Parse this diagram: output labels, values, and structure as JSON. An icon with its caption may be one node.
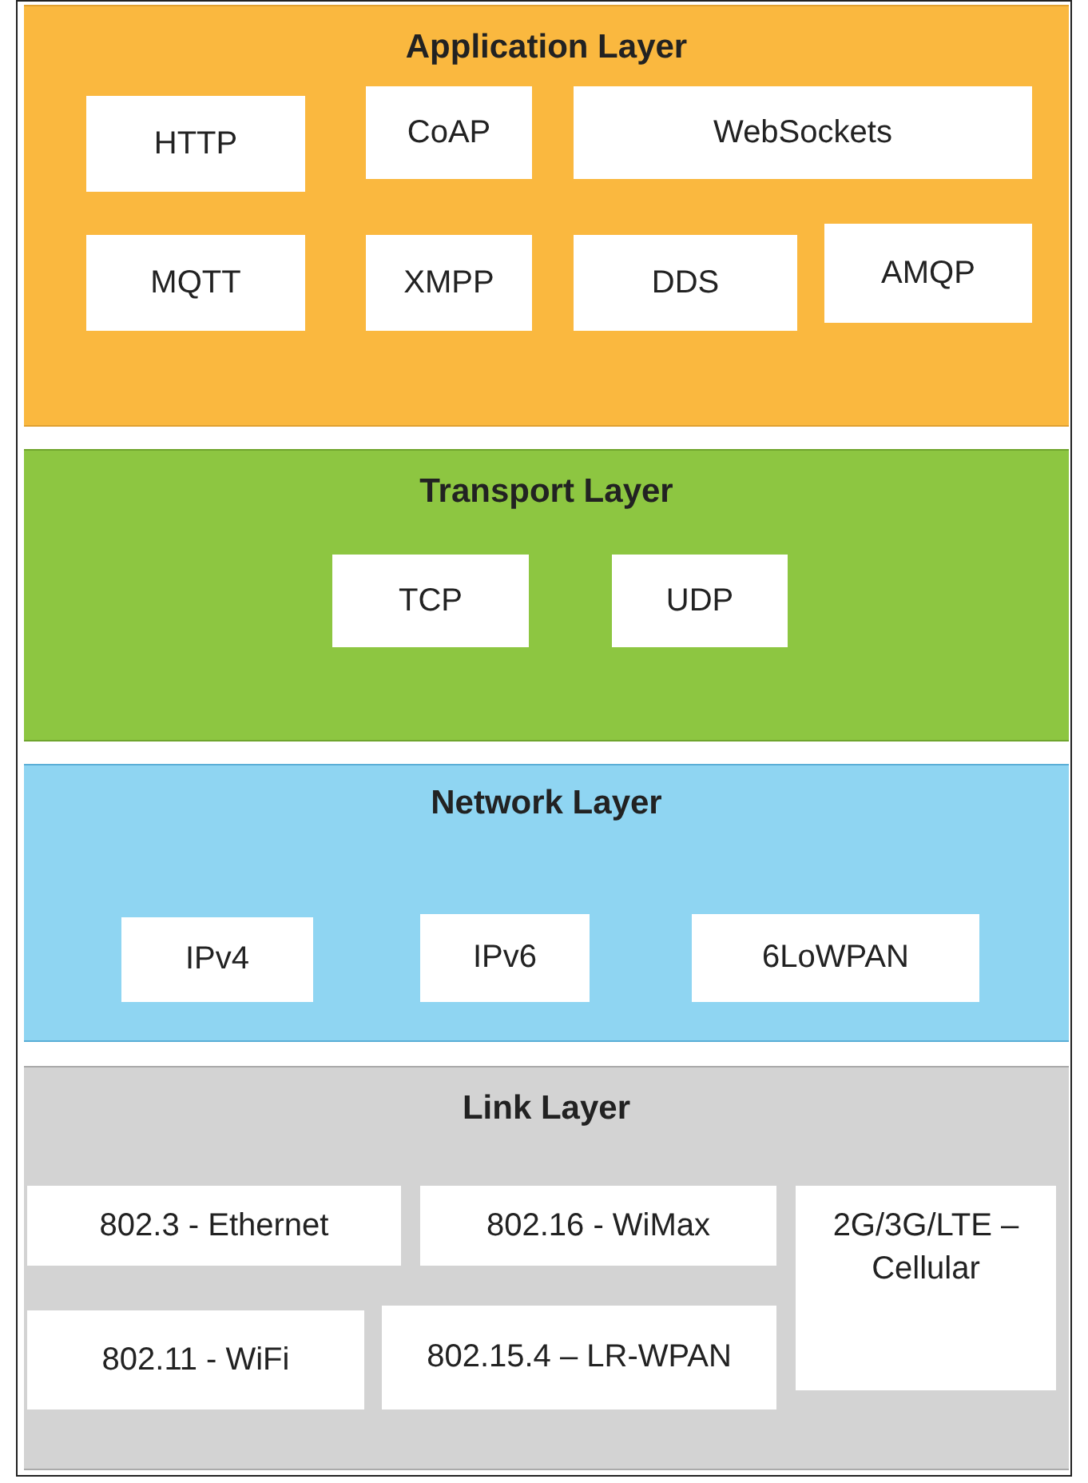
{
  "diagram": {
    "nodes": [
      {
        "text": [
          "Application Layer"
        ]
      },
      {
        "text": [
          "HTTP"
        ],
        "in": 0
      },
      {
        "text": [
          "CoAP"
        ],
        "in": 0
      },
      {
        "text": [
          "WebSockets"
        ],
        "in": 0
      },
      {
        "text": [
          "MQTT"
        ],
        "in": 0
      },
      {
        "text": [
          "XMPP"
        ],
        "in": 0
      },
      {
        "text": [
          "DDS"
        ],
        "in": 0
      },
      {
        "text": [
          "AMQP"
        ],
        "in": 0
      },
      {
        "text": [
          "Transport Layer"
        ]
      },
      {
        "text": [
          "TCP"
        ],
        "in": 8
      },
      {
        "text": [
          "UDP"
        ],
        "in": 8
      },
      {
        "text": [
          "Network Layer"
        ]
      },
      {
        "text": [
          "IPv4"
        ],
        "in": 11
      },
      {
        "text": [
          "IPv6"
        ],
        "in": 11
      },
      {
        "text": [
          "6LoWPAN"
        ],
        "in": 11
      },
      {
        "text": [
          "Link Layer"
        ]
      },
      {
        "text": [
          "802.3 - Ethernet"
        ],
        "in": 15
      },
      {
        "text": [
          "802.16 - WiMax"
        ],
        "in": 15
      },
      {
        "text": [
          "2G/3G/LTE – Cellular"
        ],
        "in": 15
      },
      {
        "text": [
          "802.11 - WiFi"
        ],
        "in": 15
      },
      {
        "text": [
          "802.15.4 – LR-WPAN"
        ],
        "in": 15
      }
    ]
  }
}
